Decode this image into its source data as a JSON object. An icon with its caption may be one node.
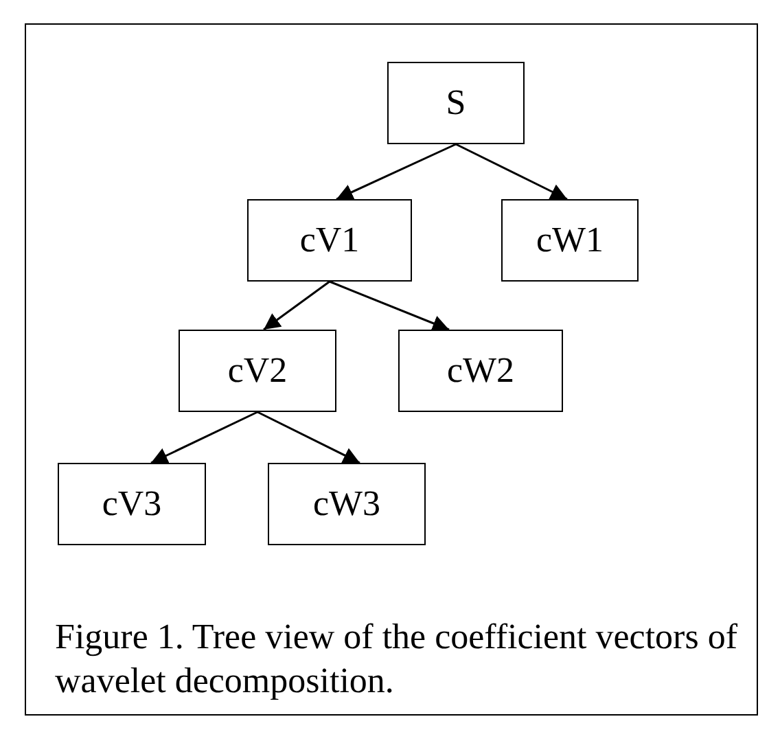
{
  "diagram": {
    "caption": "Figure 1. Tree view of the coefficient vectors of wavelet decomposition.",
    "nodes": [
      {
        "text": [
          "S"
        ]
      },
      {
        "text": [
          "cV1"
        ]
      },
      {
        "text": [
          "cW1"
        ]
      },
      {
        "text": [
          "cV2"
        ]
      },
      {
        "text": [
          "cW2"
        ]
      },
      {
        "text": [
          "cV3"
        ]
      },
      {
        "text": [
          "cW3"
        ]
      }
    ],
    "edges": [
      {
        "from": 0,
        "to": 1,
        "arrow": "to"
      },
      {
        "from": 0,
        "to": 2,
        "arrow": "to"
      },
      {
        "from": 1,
        "to": 3,
        "arrow": "to"
      },
      {
        "from": 1,
        "to": 4,
        "arrow": "to"
      },
      {
        "from": 3,
        "to": 5,
        "arrow": "to"
      },
      {
        "from": 3,
        "to": 6,
        "arrow": "to"
      }
    ]
  }
}
